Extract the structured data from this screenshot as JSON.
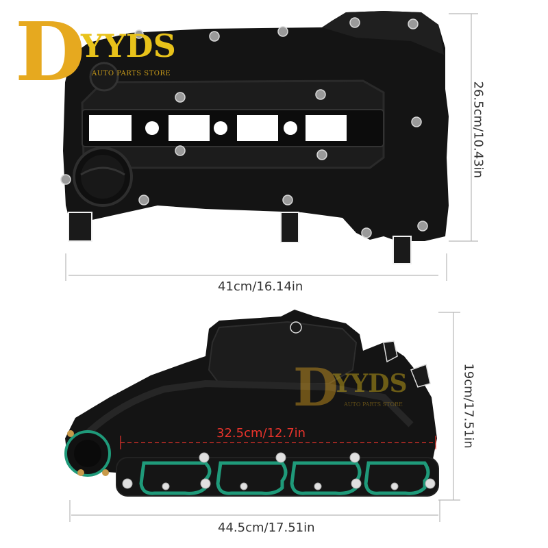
{
  "logo": {
    "letter": "D",
    "text": "YYDS",
    "subtitle": "AUTO PARTS STORE"
  },
  "watermark": {
    "letter": "D",
    "text": "YYDS",
    "subtitle": "AUTO PARTS STORE"
  },
  "dimensions": {
    "cover_width": "41cm/16.14in",
    "cover_height": "26.5cm/10.43in",
    "manifold_inner_width": "32.5cm/12.7in",
    "manifold_width": "44.5cm/17.51in",
    "manifold_height": "19cm/17.51in"
  },
  "colors": {
    "part": "#111111",
    "gasket": "#1f9a7a",
    "dimension_line": "#b0b0b0",
    "highlight": "#e8332b",
    "logo": "#e6a91f"
  }
}
